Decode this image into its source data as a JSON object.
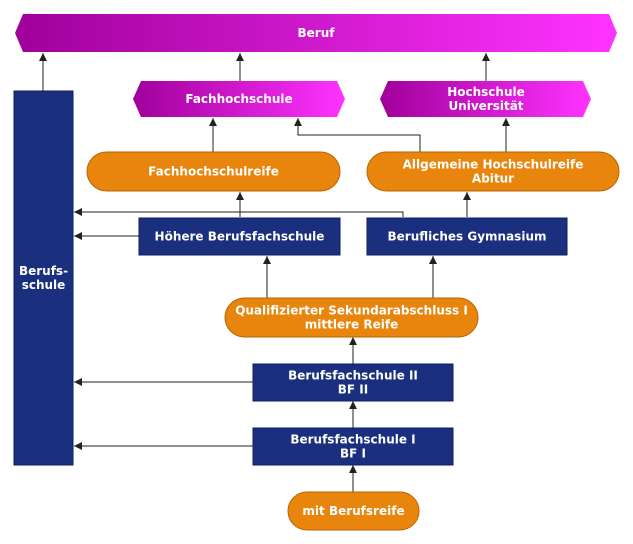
{
  "colors": {
    "magenta_start": "#a0009b",
    "magenta_end": "#ff33ff",
    "orange": "#e8850c",
    "navy": "#1a2f7e",
    "arrow": "#222222",
    "text": "#ffffff"
  },
  "nodes": {
    "beruf": {
      "lines": [
        "Beruf"
      ]
    },
    "fachhochschule": {
      "lines": [
        "Fachhochschule"
      ]
    },
    "hochschule": {
      "lines": [
        "Hochschule",
        "Universität"
      ]
    },
    "berufsschule": {
      "lines": [
        "Berufs-",
        "schule"
      ]
    },
    "fachhochschulreife": {
      "lines": [
        "Fachhochschulreife"
      ]
    },
    "hochschulreife": {
      "lines": [
        "Allgemeine Hochschulreife",
        "Abitur"
      ]
    },
    "hoehere_bfs": {
      "lines": [
        "Höhere Berufsfachschule"
      ]
    },
    "bg": {
      "lines": [
        "Berufliches Gymnasium"
      ]
    },
    "sek1": {
      "lines": [
        "Qualifizierter Sekundarabschluss I",
        "mittlere Reife"
      ]
    },
    "bf2": {
      "lines": [
        "Berufsfachschule II",
        "BF II"
      ]
    },
    "bf1": {
      "lines": [
        "Berufsfachschule I",
        "BF I"
      ]
    },
    "berufsreife": {
      "lines": [
        "mit Berufsreife"
      ]
    }
  }
}
